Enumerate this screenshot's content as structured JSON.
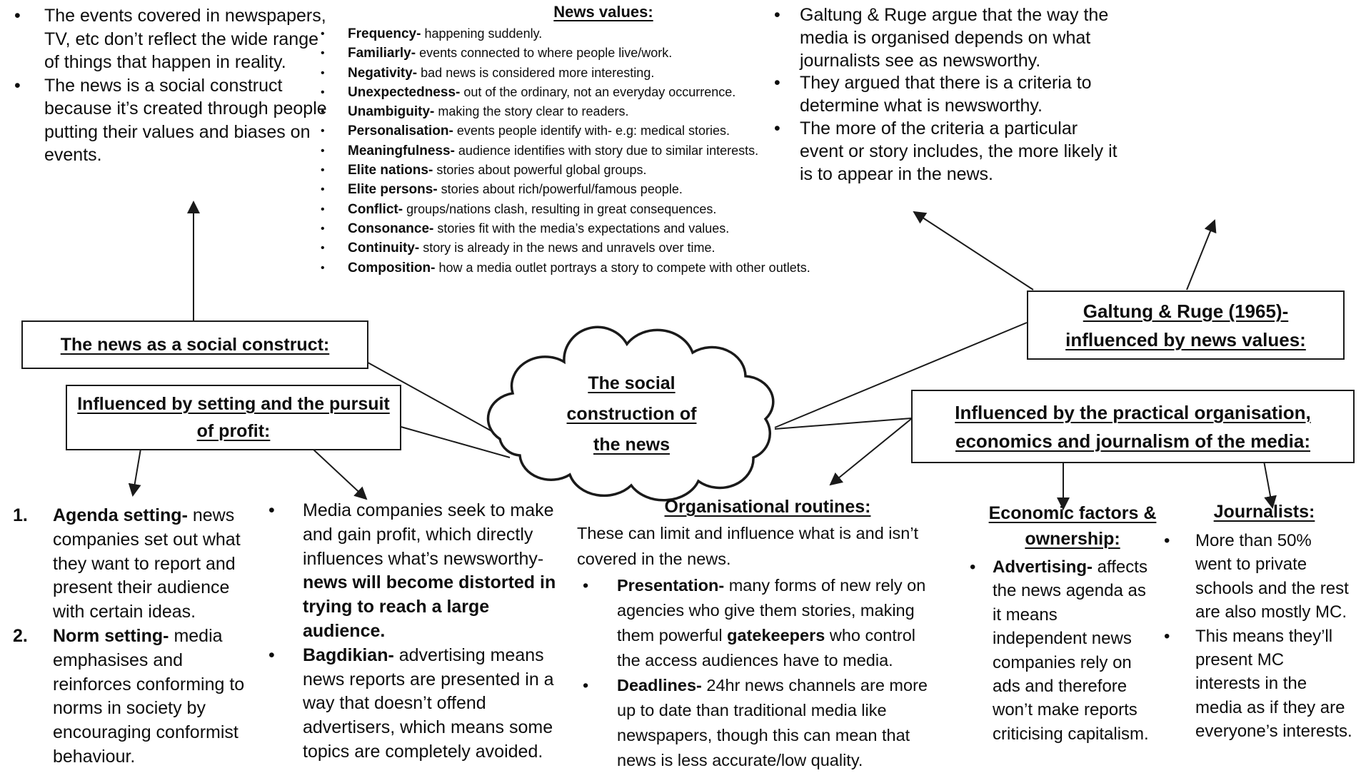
{
  "top_left": {
    "bullets": [
      "The events covered in newspapers,\nTV, etc don’t reflect the wide range\nof things that happen in reality.",
      "The news is a social construct\nbecause it’s created through people\nputting their values and biases on\nevents."
    ]
  },
  "news_values": {
    "title": "News values:",
    "items": [
      {
        "term": "Frequency-",
        "desc": "happening suddenly."
      },
      {
        "term": "Familiarly-",
        "desc": "events connected to where people live/work."
      },
      {
        "term": "Negativity-",
        "desc": "bad news is considered more interesting."
      },
      {
        "term": "Unexpectedness-",
        "desc": "out of the ordinary, not an everyday occurrence."
      },
      {
        "term": "Unambiguity-",
        "desc": "making the story clear to readers."
      },
      {
        "term": "Personalisation-",
        "desc": "events people identify with- e.g: medical stories."
      },
      {
        "term": "Meaningfulness-",
        "desc": "audience identifies with story due to similar interests."
      },
      {
        "term": "Elite nations-",
        "desc": "stories about powerful global groups."
      },
      {
        "term": "Elite persons-",
        "desc": "stories about rich/powerful/famous people."
      },
      {
        "term": "Conflict-",
        "desc": "groups/nations clash, resulting in great consequences."
      },
      {
        "term": "Consonance-",
        "desc": "stories fit with the media’s expectations and values."
      },
      {
        "term": "Continuity-",
        "desc": "story is already in the news and unravels over time."
      },
      {
        "term": "Composition-",
        "desc": "how a media outlet portrays a story to compete with other outlets."
      }
    ]
  },
  "top_right": {
    "bullets": [
      "Galtung & Ruge argue that the way the\nmedia is organised depends on what\njournalists see as newsworthy.",
      "They argued that there is a criteria to\ndetermine what is newsworthy.",
      "The more of the criteria a particular\nevent or story includes, the more likely it\nis to appear in the news."
    ]
  },
  "boxes": {
    "social_construct": "The news as a social construct:",
    "setting_profit": "Influenced by setting and the pursuit of profit:",
    "galtung": "Galtung & Ruge (1965)- influenced by news values:",
    "practical": "Influenced by the practical organisation, economics and journalism of the media:"
  },
  "cloud": {
    "label": "The social construction of the news"
  },
  "agenda_norm": {
    "items": [
      {
        "num": "1.",
        "term": "Agenda setting-",
        "desc": "news\ncompanies set out what\nthey want to report and\npresent their audience\nwith certain ideas."
      },
      {
        "num": "2.",
        "term": "Norm setting-",
        "desc": "media\nemphasises and\nreinforces conforming to\nnorms in society by\nencouraging conformist\nbehaviour."
      }
    ]
  },
  "profit": {
    "media": {
      "pre": "Media companies seek to make\nand gain profit, which directly\ninfluences what’s newsworthy-\n",
      "bold": "news will become distorted in\ntrying to reach a large\naudience."
    },
    "bagdikian": {
      "term": "Bagdikian-",
      "desc": " advertising means\nnews reports are presented in a\nway that doesn’t offend\nadvertisers, which means some\ntopics are completely avoided."
    }
  },
  "org": {
    "title": "Organisational routines:",
    "intro": "These can limit and influence what is and isn’t\ncovered in the news.",
    "presentation": {
      "term": "Presentation-",
      "d1": " many forms of new rely on\nagencies who give them stories, making\nthem powerful ",
      "b": "gatekeepers",
      "d2": " who control\nthe access audiences have to media."
    },
    "deadlines": {
      "term": "Deadlines-",
      "desc": " 24hr news channels are more\nup to date than traditional media like\nnewspapers, though this can mean that\nnews is less accurate/low quality."
    }
  },
  "economic": {
    "title": "Economic factors & ownership:",
    "advertising": {
      "term": "Advertising-",
      "desc": " affects\nthe news agenda as\nit means\nindependent news\ncompanies rely on\nads and therefore\nwon’t make reports\ncriticising capitalism."
    }
  },
  "journalists": {
    "title": "Journalists:",
    "bullets": [
      "More than 50%\nwent to private\nschools and the rest\nare also mostly MC.",
      "This means they’ll\npresent MC\ninterests in the\nmedia as if they are\neveryone’s interests."
    ]
  }
}
